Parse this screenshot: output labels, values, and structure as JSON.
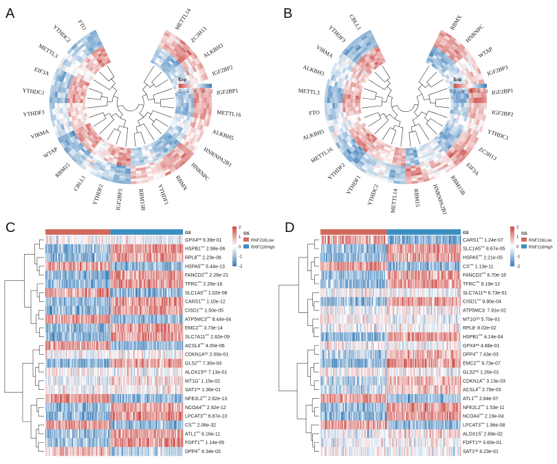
{
  "colors": {
    "low": "#3a7db8",
    "mid": "#ffffff",
    "high": "#cc4a45",
    "group_low": "#d26a5c",
    "group_high": "#3d8fc1"
  },
  "chart_data": [
    {
      "panel": "A",
      "type": "heatmap",
      "layout": "circular",
      "legend": {
        "title": "Exp",
        "ticks": [
          "-2",
          "-1",
          "0",
          "1",
          "2"
        ]
      },
      "genes": [
        "METTL14",
        "ZC3H13",
        "ALKBH3",
        "IGF2BP2",
        "IGF2BP1",
        "METTL16",
        "ALKBH5",
        "HNRNPA2B1",
        "HNRNPC",
        "RBMX",
        "YTHDF1",
        "RBM15B",
        "IGF2BP3",
        "YTHDF2",
        "CBLL1",
        "RBM15",
        "WTAP",
        "VIRMA",
        "YTHDF3",
        "YTHDC1",
        "EIF3A",
        "METTL3",
        "YTHDC2",
        "FTO"
      ]
    },
    {
      "panel": "B",
      "type": "heatmap",
      "layout": "circular",
      "legend": {
        "title": "Exp",
        "ticks": [
          "-2",
          "-1",
          "0",
          "1",
          "2"
        ]
      },
      "genes": [
        "RBMX",
        "HNRNPC",
        "WTAP",
        "IGF2BP3",
        "IGF2BP1",
        "IGF2BP2",
        "YTHDC1",
        "ZC3H13",
        "EIF3A",
        "RBM15B",
        "HNRNPA2B1",
        "RBM15",
        "METTL14",
        "YTHDC2",
        "YTHDF1",
        "YTHDF2",
        "METTL16",
        "ALKBH5",
        "FTO",
        "METTL3",
        "ALKBH3",
        "VIRMA",
        "YTHDF3",
        "CBLL1"
      ]
    },
    {
      "panel": "C",
      "type": "heatmap",
      "annotation": {
        "title": "GS",
        "groups": [
          "RNF216Low",
          "RNF216High"
        ]
      },
      "colorbar": {
        "ticks": [
          "2",
          "1",
          "0",
          "-1",
          "-2"
        ]
      },
      "rows": [
        {
          "gene": "GPX4",
          "sig": "ns",
          "p": "9.39e-01"
        },
        {
          "gene": "HSPB1",
          "sig": "***",
          "p": "2.98e-06"
        },
        {
          "gene": "RPL8",
          "sig": "***",
          "p": "2.23e-06"
        },
        {
          "gene": "HSPA5",
          "sig": "***",
          "p": "5.44e-13"
        },
        {
          "gene": "FANCD2",
          "sig": "***",
          "p": "2.26e-21"
        },
        {
          "gene": "TFRC",
          "sig": "***",
          "p": "2.26e-18"
        },
        {
          "gene": "SLC1A5",
          "sig": "***",
          "p": "1.02e-08"
        },
        {
          "gene": "CARS1",
          "sig": "***",
          "p": "1.10e-12"
        },
        {
          "gene": "CISD1",
          "sig": "***",
          "p": "1.50e-05"
        },
        {
          "gene": "ATP5MC3",
          "sig": "***",
          "p": "8.44e-04"
        },
        {
          "gene": "EMC2",
          "sig": "***",
          "p": "3.73e-14"
        },
        {
          "gene": "SLC7A11",
          "sig": "***",
          "p": "2.82e-09"
        },
        {
          "gene": "ACSL4",
          "sig": "***",
          "p": "4.00e-06"
        },
        {
          "gene": "CDKN1A",
          "sig": "ns",
          "p": "2.00e-01"
        },
        {
          "gene": "GLS2",
          "sig": "***",
          "p": "7.30e-04"
        },
        {
          "gene": "ALOX15",
          "sig": "ns",
          "p": "7.13e-01"
        },
        {
          "gene": "MT1G",
          "sig": "*",
          "p": "1.15e-02"
        },
        {
          "gene": "SAT1",
          "sig": "ns",
          "p": "1.36e-01"
        },
        {
          "gene": "NFE2L2",
          "sig": "***",
          "p": "2.62e-13"
        },
        {
          "gene": "NCOA4",
          "sig": "***",
          "p": "2.92e-12"
        },
        {
          "gene": "LPCAT3",
          "sig": "***",
          "p": "6.87e-10"
        },
        {
          "gene": "CS",
          "sig": "***",
          "p": "2.06e-32"
        },
        {
          "gene": "ATL1",
          "sig": "***",
          "p": "6.16e-11"
        },
        {
          "gene": "FDFT1",
          "sig": "***",
          "p": "1.14e-05"
        },
        {
          "gene": "DPP4",
          "sig": "**",
          "p": "8.34e-03"
        }
      ]
    },
    {
      "panel": "D",
      "type": "heatmap",
      "annotation": {
        "title": "GS",
        "groups": [
          "RNF216Low",
          "RNF216High"
        ]
      },
      "colorbar": {
        "ticks": [
          "2",
          "1",
          "0",
          "-1",
          "-2"
        ]
      },
      "rows": [
        {
          "gene": "CARS1",
          "sig": "***",
          "p": "1.24e-07"
        },
        {
          "gene": "SLC1A5",
          "sig": "***",
          "p": "8.67e-05"
        },
        {
          "gene": "HSPA5",
          "sig": "***",
          "p": "2.21e-05"
        },
        {
          "gene": "CS",
          "sig": "***",
          "p": "1.13e-11"
        },
        {
          "gene": "FANCD2",
          "sig": "***",
          "p": "6.70e-16"
        },
        {
          "gene": "TFRC",
          "sig": "***",
          "p": "9.19e-12"
        },
        {
          "gene": "SLC7A11",
          "sig": "ns",
          "p": "6.73e-01"
        },
        {
          "gene": "CISD1",
          "sig": "***",
          "p": "9.80e-04"
        },
        {
          "gene": "ATP5MC3",
          "sig": "-",
          "p": "7.91e-02"
        },
        {
          "gene": "MT1G",
          "sig": "ns",
          "p": "5.70e-01"
        },
        {
          "gene": "RPL8",
          "sig": "-",
          "p": "8.02e-02"
        },
        {
          "gene": "HSPB1",
          "sig": "***",
          "p": "4.14e-04"
        },
        {
          "gene": "GPX4",
          "sig": "ns",
          "p": "4.68e-01"
        },
        {
          "gene": "DPP4",
          "sig": "**",
          "p": "7.43e-03"
        },
        {
          "gene": "EMC2",
          "sig": "***",
          "p": "9.73e-07"
        },
        {
          "gene": "GLS2",
          "sig": "ns",
          "p": "1.26e-01"
        },
        {
          "gene": "CDKN1A",
          "sig": "**",
          "p": "3.13e-03"
        },
        {
          "gene": "ACSL4",
          "sig": "**",
          "p": "2.79e-03"
        },
        {
          "gene": "ATL1",
          "sig": "***",
          "p": "2.84e-07"
        },
        {
          "gene": "NFE2L2",
          "sig": "***",
          "p": "1.53e-11"
        },
        {
          "gene": "NCOA4",
          "sig": "***",
          "p": "2.19e-04"
        },
        {
          "gene": "LPCAT3",
          "sig": "***",
          "p": "1.96e-08"
        },
        {
          "gene": "ALOX15",
          "sig": "*",
          "p": "2.69e-02"
        },
        {
          "gene": "FDFT1",
          "sig": "ns",
          "p": "3.60e-01"
        },
        {
          "gene": "SAT1",
          "sig": "ns",
          "p": "8.23e-01"
        }
      ]
    }
  ]
}
